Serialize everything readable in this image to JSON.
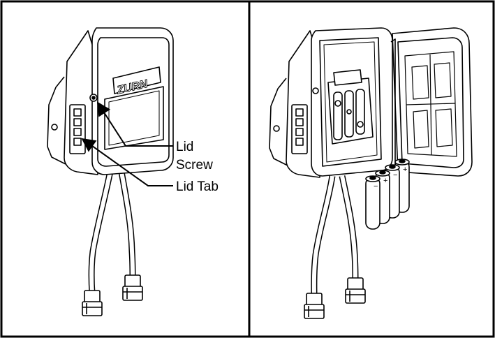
{
  "callouts": {
    "lid_screw_line1": "Lid",
    "lid_screw_line2": "Screw",
    "lid_tab": "Lid Tab"
  },
  "brand": {
    "logo_text": "ZURN"
  },
  "battery": {
    "terminal_plus": "+",
    "terminal_minus": "−"
  },
  "colors": {
    "ink": "#000000",
    "paper": "#ffffff",
    "shade": "#d9d9d9"
  }
}
